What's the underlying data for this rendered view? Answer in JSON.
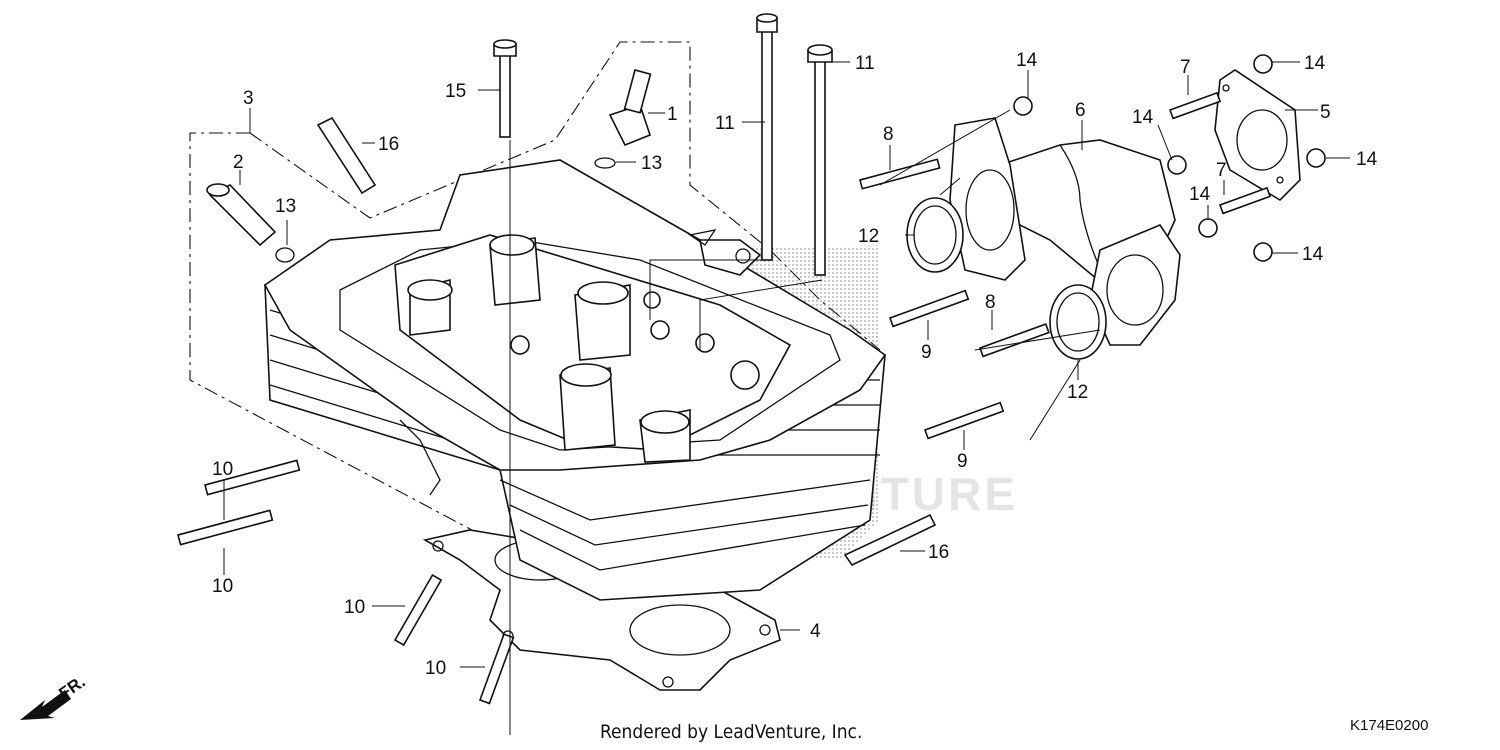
{
  "watermark": "LEADVENTURE",
  "footer": {
    "credit": "Rendered by LeadVenture, Inc.",
    "code": "K174E0200"
  },
  "direction": {
    "label": "FR."
  },
  "callouts": {
    "c1": "1",
    "c2": "2",
    "c3": "3",
    "c4": "4",
    "c5": "5",
    "c6": "6",
    "c7a": "7",
    "c7b": "7",
    "c8a": "8",
    "c8b": "8",
    "c9a": "9",
    "c9b": "9",
    "c10a": "10",
    "c10b": "10",
    "c10c": "10",
    "c10d": "10",
    "c11a": "11",
    "c11b": "11",
    "c12a": "12",
    "c12b": "12",
    "c13a": "13",
    "c13b": "13",
    "c14a": "14",
    "c14b": "14",
    "c14c": "14",
    "c14d": "14",
    "c14e": "14",
    "c14f": "14",
    "c15": "15",
    "c16a": "16",
    "c16b": "16"
  }
}
